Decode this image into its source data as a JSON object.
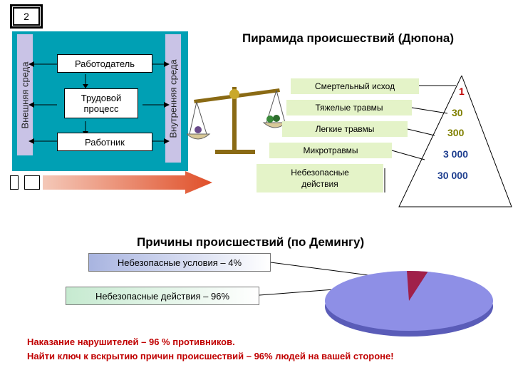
{
  "slide": {
    "number": "2"
  },
  "left_diagram": {
    "outer_env": "Внешняя среда",
    "inner_env": "Внутренняя среда",
    "employer": "Работодатель",
    "process": "Трудовой процесс",
    "worker": "Работник"
  },
  "pyramid": {
    "title": "Пирамида происшествий (Дюпона)",
    "levels": [
      {
        "label": "Смертельный исход",
        "value": "1",
        "color": "#c00000"
      },
      {
        "label": "Тяжелые травмы",
        "value": "30",
        "color": "#808000"
      },
      {
        "label": "Легкие травмы",
        "value": "300",
        "color": "#808000"
      },
      {
        "label": "Микротравмы",
        "value": "3 000",
        "color": "#1f3f8f"
      },
      {
        "label": "Небезопасные действия",
        "value": "30 000",
        "color": "#1f3f8f"
      }
    ]
  },
  "causes": {
    "title": "Причины происшествий (по Демингу)",
    "unsafe_conditions": "Небезопасные условия – 4%",
    "unsafe_actions": "Небезопасные действия – 96%",
    "pie_color": "#8e8fe6",
    "slice_color": "#a0204a"
  },
  "chart_data": {
    "type": "pie",
    "categories": [
      "Небезопасные условия",
      "Небезопасные действия"
    ],
    "values": [
      4,
      96
    ],
    "title": "Причины происшествий (по Демингу)"
  },
  "footer": {
    "line1": "Наказание нарушителей – 96 % противников.",
    "line2": "Найти ключ к вскрытию причин происшествий – 96% людей на вашей стороне!"
  }
}
